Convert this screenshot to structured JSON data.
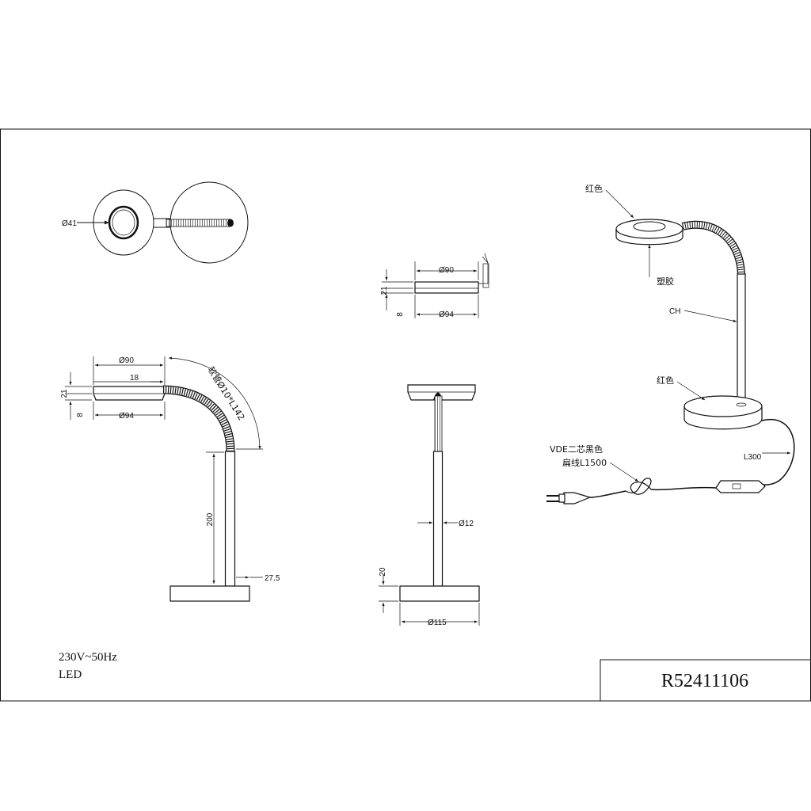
{
  "drawing": {
    "part_number": "R52411106",
    "spec_voltage": "230V~50Hz",
    "spec_light": "LED"
  },
  "top_view": {
    "dia_inner": "Ø41"
  },
  "side_view": {
    "dia_top": "Ø90",
    "offset": "18",
    "height_21": "21",
    "height_8": "8",
    "dia_bottom": "Ø94",
    "hose_label": "软管Ø10*L142",
    "stem_height": "200",
    "base_offset": "27.5"
  },
  "head_detail": {
    "dia_top": "Ø90",
    "height_21": "21",
    "height_8": "8",
    "dia_bottom": "Ø94"
  },
  "front_view": {
    "stem_dia": "Ø12",
    "base_height": "20",
    "base_dia": "Ø115"
  },
  "perspective": {
    "label_red_top": "红色",
    "label_plastic": "塑胶",
    "label_ch": "CH",
    "label_red_base": "红色",
    "label_cable_length": "L300",
    "label_vde": "VDE二芯黑色",
    "label_flat_wire": "扁线L1500"
  }
}
